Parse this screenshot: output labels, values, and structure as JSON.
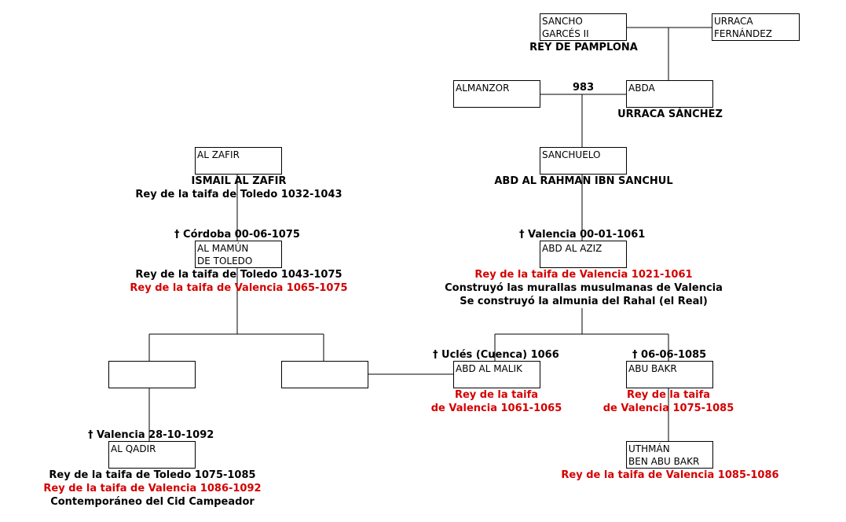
{
  "persons": {
    "sancho": {
      "line1": "SANCHO",
      "line2": "GARCÉS II",
      "title": "REY DE PAMPLONA"
    },
    "urraca_f": {
      "line1": "URRACA",
      "line2": "FERNÁNDEZ"
    },
    "almanzor": {
      "name": "ALMANZOR"
    },
    "abda": {
      "name": "ABDA",
      "full_name": "URRACA SÁNCHEZ"
    },
    "sanchuelo": {
      "name": "SANCHUELO",
      "full_name": "ABD AL RAHMAN IBN SANCHUL",
      "death": "† Valencia 00-01-1061"
    },
    "al_zafir": {
      "name": "AL ZAFIR",
      "full_name": "ISMAIL AL ZAFIR",
      "reign": "Rey de la taifa de Toledo 1032-1043",
      "death": "† Córdoba 00-06-1075"
    },
    "al_mamun": {
      "line1": "AL MAMÚN",
      "line2": "DE TOLEDO",
      "reign_toledo": "Rey de la taifa de Toledo 1043-1075",
      "reign_valencia": "Rey de la taifa de Valencia 1065-1075"
    },
    "abd_al_aziz": {
      "name": "ABD AL AZIZ",
      "reign": "Rey de la taifa de Valencia 1021-1061",
      "note1": "Construyó las murallas musulmanas de Valencia",
      "note2": "Se construyó la almunia del Rahal (el Real)"
    },
    "abd_al_malik": {
      "name": "ABD AL MALIK",
      "death": "† Uclés (Cuenca) 1066",
      "reign1": "Rey de la taifa",
      "reign2": "de Valencia 1061-1065"
    },
    "abu_bakr": {
      "name": "ABU BAKR",
      "death": "† 06-06-1085",
      "reign1": "Rey de la taifa",
      "reign2": "de Valencia 1075-1085"
    },
    "al_qadir": {
      "name": "AL QADIR",
      "death": "† Valencia 28-10-1092",
      "reign_toledo": "Rey de la taifa de Toledo 1075-1085",
      "reign_valencia": "Rey de la taifa de Valencia 1086-1092",
      "note": "Contemporáneo del Cid Campeador"
    },
    "uthman": {
      "line1": "UTHMÁN",
      "line2": "BEN ABU BAKR",
      "reign": "Rey de la taifa de Valencia 1085-1086"
    }
  },
  "marriage_year": "983",
  "colors": {
    "reign_red": "#d40000",
    "line": "#000000",
    "box_border": "#000000"
  }
}
